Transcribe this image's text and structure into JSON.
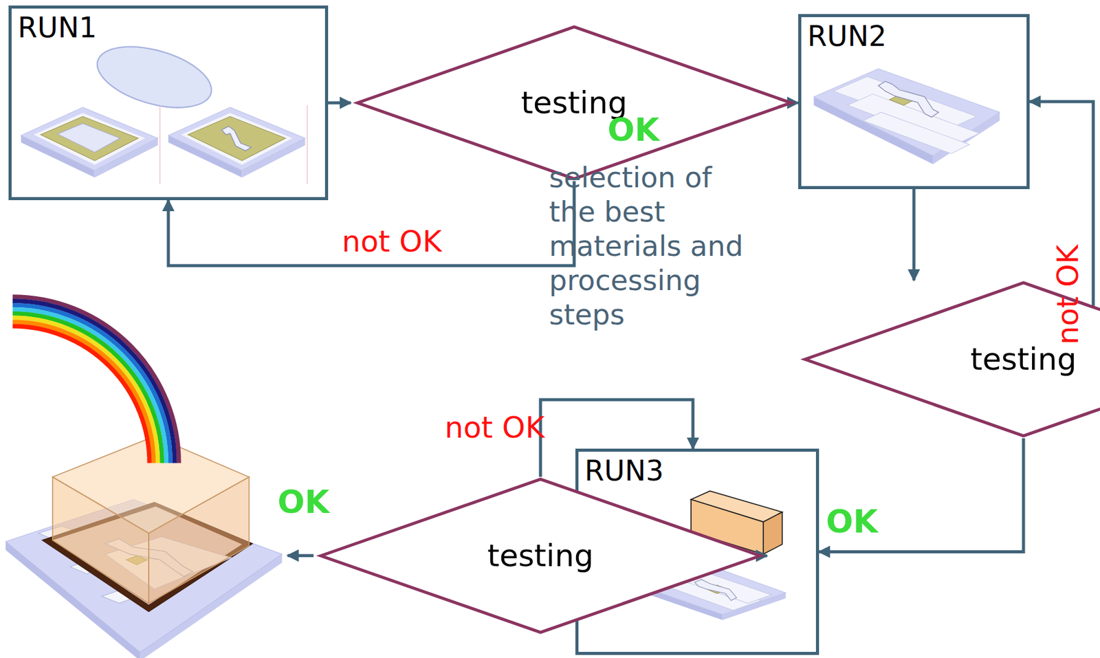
{
  "diagram": {
    "nodes": [
      {
        "text": [
          "RUN1"
        ]
      },
      {
        "text": [
          "testing"
        ]
      },
      {
        "text": [
          "RUN2"
        ]
      },
      {
        "text": [
          "testing"
        ]
      },
      {
        "text": [
          "RUN3"
        ]
      },
      {
        "text": [
          "testing"
        ]
      }
    ],
    "edges": [
      {
        "from": 0,
        "to": 1,
        "arrow": "to"
      },
      {
        "from": 1,
        "to": 2,
        "label": "OK",
        "arrow": "to"
      },
      {
        "from": 1,
        "to": 0,
        "label": "not OK",
        "arrow": "to"
      },
      {
        "from": 2,
        "to": 3,
        "arrow": "to"
      },
      {
        "from": 3,
        "to": 2,
        "label": "not OK",
        "arrow": "to"
      },
      {
        "from": 3,
        "to": 4,
        "label": "OK",
        "arrow": "to"
      },
      {
        "from": 4,
        "to": 5,
        "arrow": "to"
      },
      {
        "from": 5,
        "to": 4,
        "label": "not OK",
        "arrow": "to"
      }
    ],
    "labels": [
      "selection of the best materials and processing steps",
      "OK"
    ]
  }
}
